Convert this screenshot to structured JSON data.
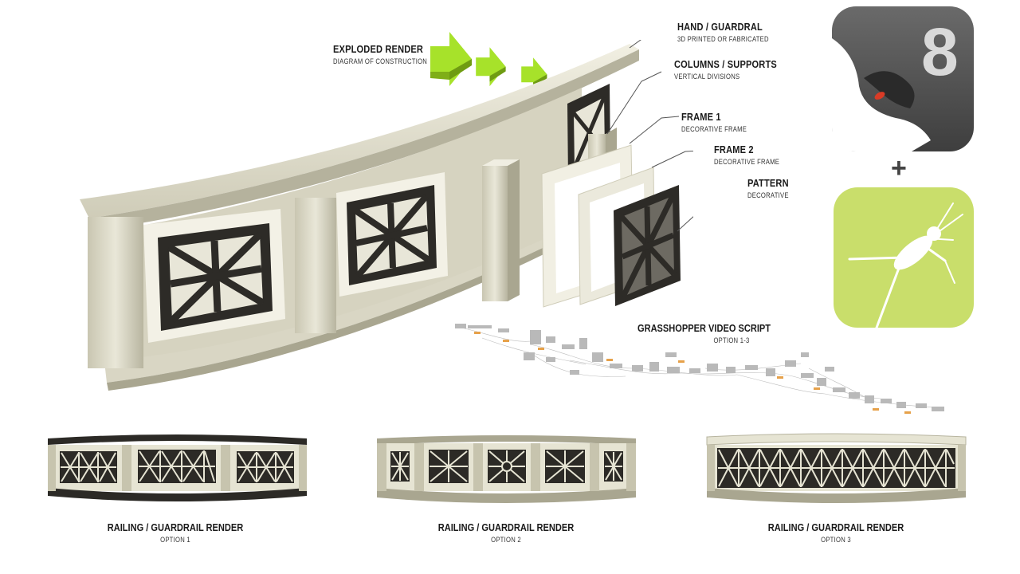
{
  "exploded": {
    "title": "EXPLODED RENDER",
    "subtitle": "DIAGRAM OF CONSTRUCTION"
  },
  "callouts": [
    {
      "title": "HAND / GUARDRAL",
      "subtitle": "3D PRINTED OR FABRICATED"
    },
    {
      "title": "COLUMNS / SUPPORTS",
      "subtitle": "VERTICAL DIVISIONS"
    },
    {
      "title": "FRAME 1",
      "subtitle": "DECORATIVE FRAME"
    },
    {
      "title": "FRAME 2",
      "subtitle": "DECORATIVE FRAME"
    },
    {
      "title": "PATTERN",
      "subtitle": "DECORATIVE"
    }
  ],
  "script": {
    "title": "GRASSHOPPER VIDEO SCRIPT",
    "subtitle": "OPTION 1-3"
  },
  "rhino_logo": {
    "version": "8"
  },
  "plus_sign": "+",
  "options": [
    {
      "title": "RAILING / GUARDRAIL RENDER",
      "subtitle": "OPTION 1"
    },
    {
      "title": "RAILING / GUARDRAIL RENDER",
      "subtitle": "OPTION 2"
    },
    {
      "title": "RAILING / GUARDRAIL RENDER",
      "subtitle": "OPTION 3"
    }
  ],
  "colors": {
    "accent_green": "#9bd81e",
    "rhino_gray": "#5a5a5a",
    "grasshopper_green": "#c7de6a",
    "railing_cream": "#e6e4d3",
    "railing_shadow": "#b7b49f",
    "pattern_dark": "#2c2a26"
  }
}
